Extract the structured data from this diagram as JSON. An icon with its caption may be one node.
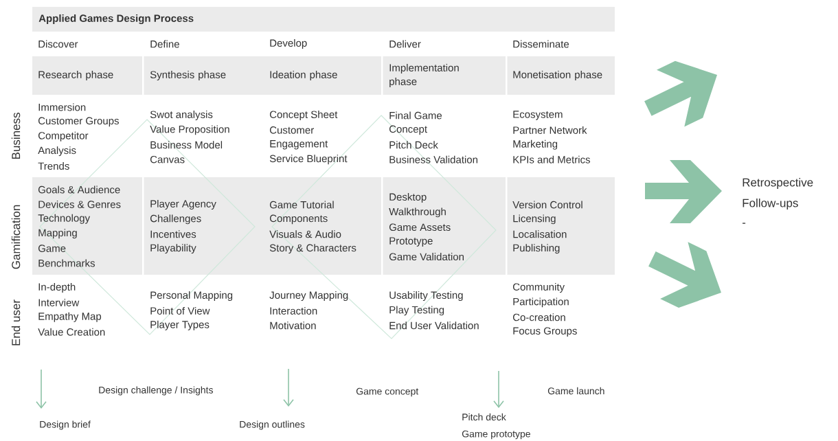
{
  "diagram": {
    "title": "Applied Games Design Process",
    "labels": [
      "Discover",
      "Define",
      "Develop",
      "Deliver",
      "Disseminate",
      "Research phase",
      "Synthesis phase",
      "Ideation phase",
      "Implementation phase",
      "Monetisation phase",
      "Business",
      "Immersion",
      "Customer Groups",
      "Competitor",
      "Analysis",
      "Trends",
      "Swot analysis",
      "Value Proposition",
      "Business Model",
      "Canvas",
      "Concept Sheet",
      "Customer",
      "Engagement",
      "Service Blueprint",
      "Final Game",
      "Concept",
      "Pitch Deck",
      "Business Validation",
      "Ecosystem",
      "Partner Network",
      "Marketing",
      "KPIs and Metrics",
      "Gamification",
      "Goals & Audience",
      "Devices & Genres",
      "Technology",
      "Mapping",
      "Game",
      "Benchmarks",
      "Player Agency",
      "Challenges",
      "Incentives",
      "Playability",
      "Game Tutorial",
      "Components",
      "Visuals & Audio",
      "Story & Characters",
      "Desktop",
      "Walkthrough",
      "Game Assets",
      "Prototype",
      "Game Validation",
      "Version Control",
      "Licensing",
      "Localisation",
      "Publishing",
      "End user",
      "In-depth",
      "Interview",
      "Empathy Map",
      "Value Creation",
      "Personal Mapping",
      "Point of View",
      "Player Types",
      "Journey Mapping",
      "Interaction",
      "Motivation",
      "Usability Testing",
      "Play Testing",
      "End User Validation",
      "Community",
      "Participation",
      "Co-creation",
      "Focus Groups",
      "Design challenge / Insights",
      "Game concept",
      "Game launch",
      "Design brief",
      "Design outlines",
      "Pitch deck",
      "Game prototype",
      "Retrospective",
      "Follow-ups",
      "-"
    ]
  }
}
